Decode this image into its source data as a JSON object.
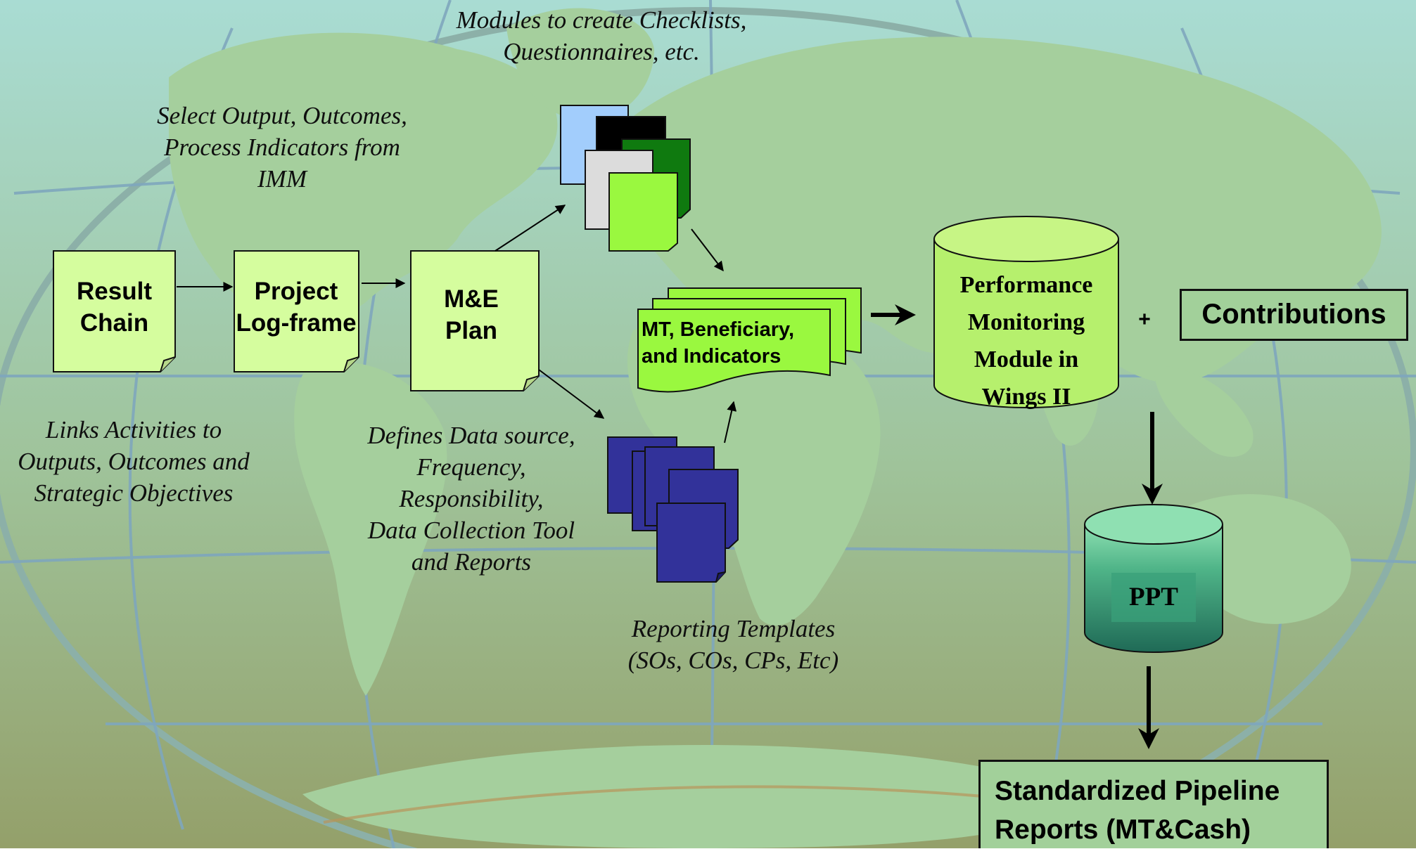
{
  "colors": {
    "sky_top": "#a9dcd3",
    "sky_bottom": "#94a06a",
    "land": "#a5cf9d",
    "note_fill": "#d5fd9e",
    "doc_green": "#9af83f",
    "db_green": "#b6f06d",
    "doc_blue": "#32329a",
    "ppt_teal": "#2f8a70"
  },
  "captions": {
    "modules": [
      "Modules to create Checklists,",
      "Questionnaires, etc."
    ],
    "select_output": [
      "Select Output, Outcomes,",
      "Process Indicators from",
      "IMM"
    ],
    "links_activities": [
      "Links Activities to",
      "Outputs, Outcomes and",
      "Strategic Objectives"
    ],
    "defines_data": [
      "Defines Data source,",
      "Frequency,",
      "Responsibility,",
      "Data Collection Tool",
      "and Reports"
    ],
    "reporting_templates": [
      "Reporting Templates",
      "(SOs, COs, CPs, Etc)"
    ]
  },
  "nodes": {
    "result_chain": [
      "Result",
      "Chain"
    ],
    "project_logframe": [
      "Project",
      "Log-frame"
    ],
    "me_plan": [
      "M&E",
      "Plan"
    ],
    "mt_beneficiary": [
      "MT, Beneficiary,",
      "and Indicators"
    ],
    "performance_module": [
      "Performance",
      "Monitoring",
      "Module in",
      "Wings II"
    ],
    "ppt": "PPT",
    "plus": "+",
    "contributions": "Contributions",
    "standardized_reports": [
      "Standardized Pipeline",
      "Reports (MT&Cash)"
    ]
  }
}
